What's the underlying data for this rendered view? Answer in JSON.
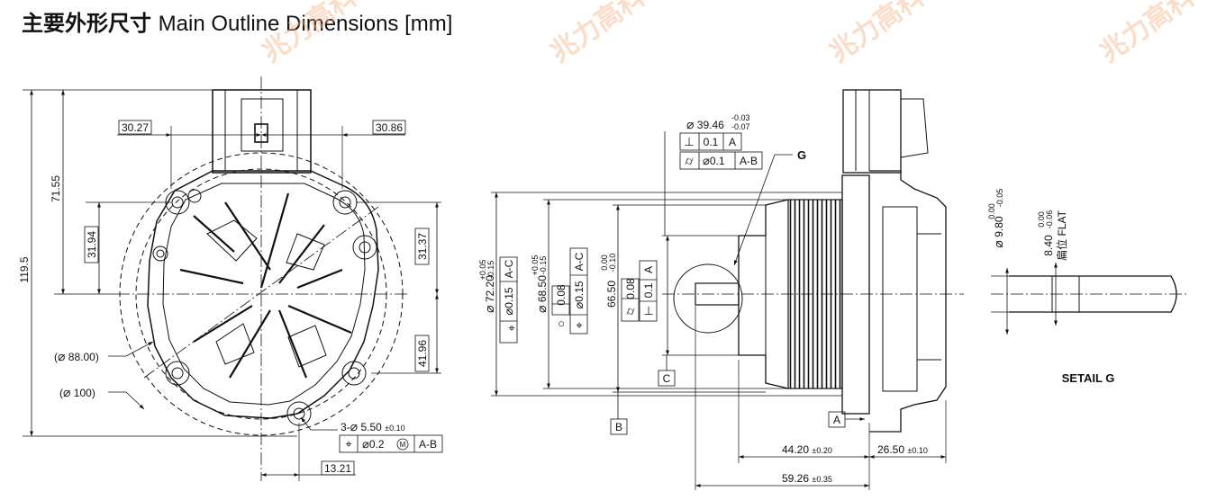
{
  "header": {
    "title_cn": "主要外形尺寸",
    "title_en": "Main Outline Dimensions [mm]"
  },
  "watermark": {
    "text": "兆力高科",
    "color": "#f6b48a"
  },
  "front_view": {
    "dims": {
      "top_left": "30.27",
      "top_right": "30.86",
      "overall_height": "119.5",
      "upper_height": "71.55",
      "left_offset": "31.94",
      "right_upper": "31.37",
      "right_lower": "41.96",
      "bottom_offset": "13.21"
    },
    "diameters": {
      "d88": "88.00",
      "d100": "100"
    },
    "hole_note": {
      "prefix": "3-",
      "value": "5.50",
      "tol": "±0.10",
      "fcf_tol": "0.2",
      "fcf_mod": "M",
      "fcf_datum": "A-B"
    }
  },
  "side_view": {
    "top_dia": {
      "value": "39.46",
      "tol_upper": "-0.03",
      "tol_lower": "-0.07"
    },
    "fcf_top": [
      {
        "value": "0.1",
        "datum": "A"
      },
      {
        "value": "0.1",
        "datum": "A-B"
      }
    ],
    "label_g": "G",
    "dia1": {
      "value": "72.20",
      "tol_upper": "+0.05",
      "tol_lower": "-0.15",
      "fcf_value": "0.15",
      "fcf_datum": "A-C"
    },
    "dia2": {
      "value": "68.50",
      "tol_upper": "+0.05",
      "tol_lower": "-0.15",
      "fcf1_value": "0.08",
      "fcf2_value": "0.15",
      "fcf2_datum": "A-C"
    },
    "dia3": {
      "value": "66.50",
      "tol_upper": "0.00",
      "tol_lower": "-0.10",
      "fcf1_value": "0.08",
      "fcf2_value": "0.1",
      "fcf2_datum": "A"
    },
    "datums": [
      "A",
      "B",
      "C"
    ],
    "bottom_dims": {
      "d1": "44.20",
      "d1_tol": "±0.20",
      "d2": "26.50",
      "d2_tol": "±0.10",
      "d3": "59.26",
      "d3_tol": "±0.35"
    }
  },
  "detail_g": {
    "dia": {
      "value": "9.80",
      "tol_upper": "0.00",
      "tol_lower": "-0.05"
    },
    "flat": {
      "value": "8.40",
      "tol_upper": "0.00",
      "tol_lower": "-0.06",
      "label_cn": "扁位",
      "label_en": "FLAT"
    },
    "caption": "SETAIL G"
  }
}
